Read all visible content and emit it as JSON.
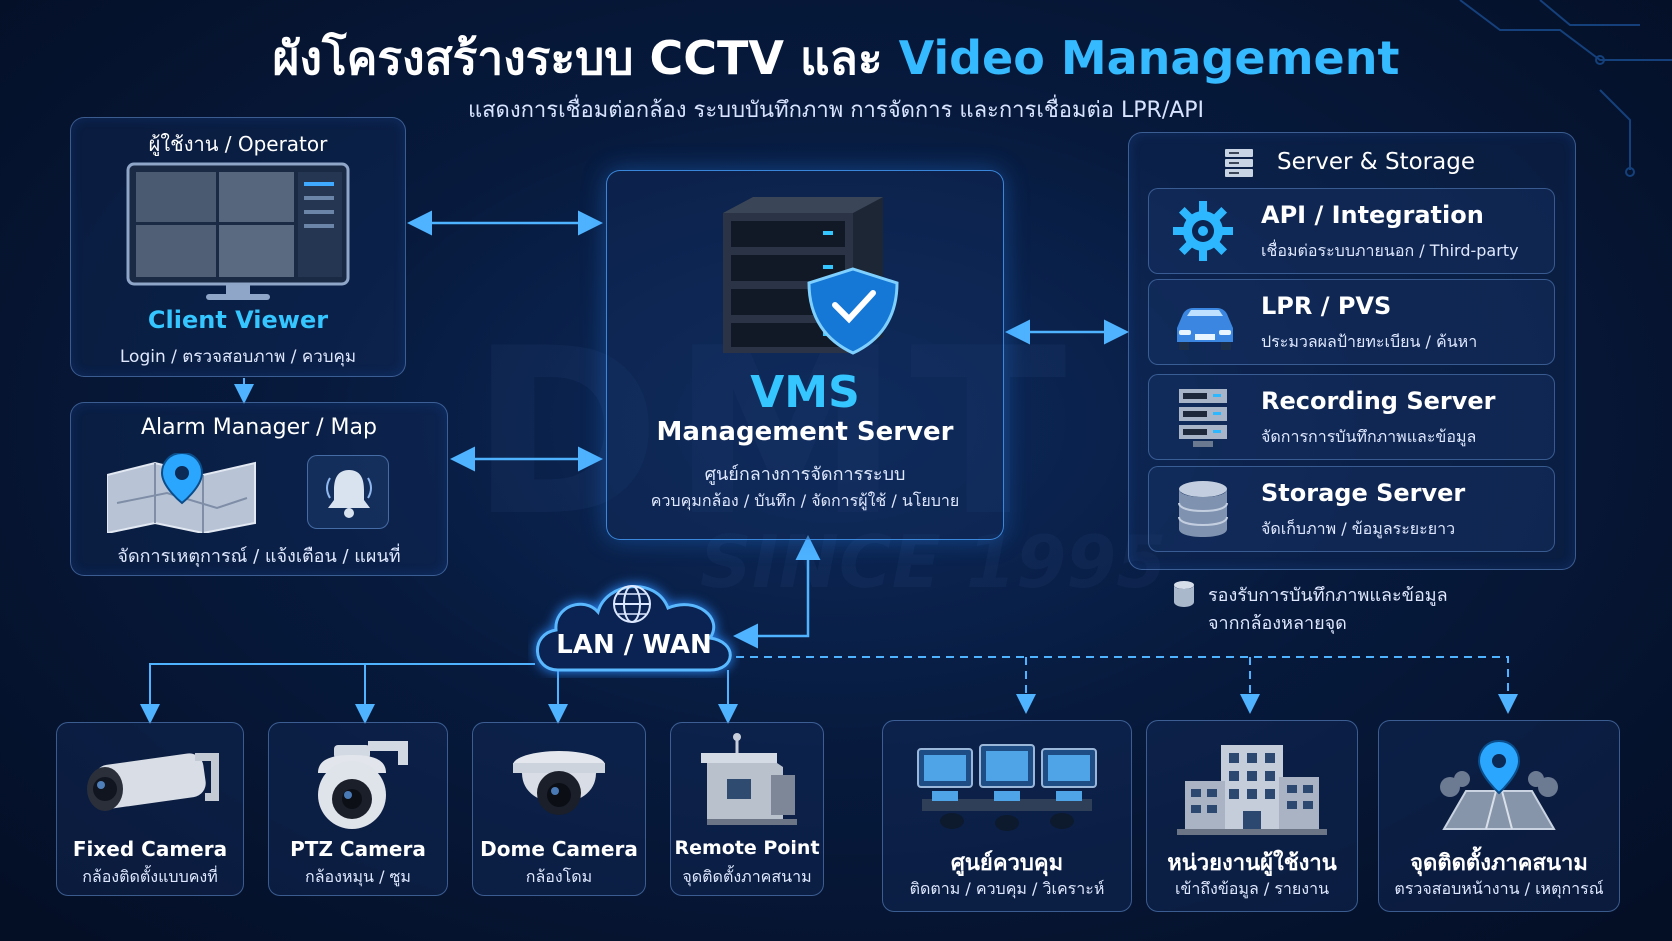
{
  "title": {
    "part1": "ผังโครงสร้างระบบ CCTV และ ",
    "part2": "Video Management"
  },
  "subtitle": "แสดงการเชื่อมต่อกล้อง ระบบบันทึกภาพ การจัดการ และการเชื่อมต่อ LPR/API",
  "watermark": {
    "main": "DMT",
    "sub": "SINCE 1995"
  },
  "operator": {
    "heading": "ผู้ใช้งาน / Operator",
    "name": "Client Viewer",
    "desc": "Login / ตรวจสอบภาพ / ควบคุม"
  },
  "alarm": {
    "heading": "Alarm Manager / Map",
    "desc": "จัดการเหตุการณ์ / แจ้งเตือน / แผนที่"
  },
  "vms": {
    "title": "VMS",
    "subtitle": "Management Server",
    "desc1": "ศูนย์กลางการจัดการระบบ",
    "desc2": "ควบคุมกล้อง / บันทึก / จัดการผู้ใช้ / นโยบาย"
  },
  "network": {
    "label": "LAN / WAN"
  },
  "server_storage": {
    "heading": "Server & Storage",
    "items": [
      {
        "title": "API / Integration",
        "desc": "เชื่อมต่อระบบภายนอก / Third-party",
        "icon": "gear-icon"
      },
      {
        "title": "LPR / PVS",
        "desc": "ประมวลผลป้ายทะเบียน / ค้นหา",
        "icon": "car-icon"
      },
      {
        "title": "Recording Server",
        "desc": "จัดการการบันทึกภาพและข้อมูล",
        "icon": "server-rack-icon"
      },
      {
        "title": "Storage Server",
        "desc": "จัดเก็บภาพ / ข้อมูลระยะยาว",
        "icon": "database-icon"
      }
    ],
    "note_line1": "รองรับการบันทึกภาพและข้อมูล",
    "note_line2": "จากกล้องหลายจุด"
  },
  "cameras": [
    {
      "title": "Fixed Camera",
      "desc": "กล้องติดตั้งแบบคงที่",
      "icon": "bullet-camera-icon"
    },
    {
      "title": "PTZ Camera",
      "desc": "กล้องหมุน / ซูม",
      "icon": "ptz-camera-icon"
    },
    {
      "title": "Dome Camera",
      "desc": "กล้องโดม",
      "icon": "dome-camera-icon"
    },
    {
      "title": "Remote Point",
      "desc": "จุดติดตั้งภาคสนาม",
      "icon": "remote-building-icon"
    }
  ],
  "endpoints": [
    {
      "title": "ศูนย์ควบคุม",
      "desc": "ติดตาม / ควบคุม / วิเคราะห์",
      "icon": "control-room-icon"
    },
    {
      "title": "หน่วยงานผู้ใช้งาน",
      "desc": "เข้าถึงข้อมูล / รายงาน",
      "icon": "office-building-icon"
    },
    {
      "title": "จุดติดตั้งภาคสนาม",
      "desc": "ตรวจสอบหน้างาน / เหตุการณ์",
      "icon": "field-location-icon"
    }
  ],
  "colors": {
    "accent": "#35b9ff",
    "line": "#4fb3ff",
    "background": "#06132e"
  }
}
